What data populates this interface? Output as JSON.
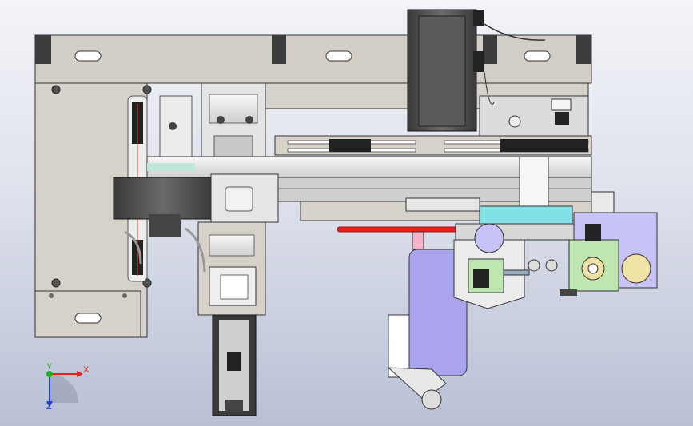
{
  "viewport": {
    "triad": {
      "x_label": "X",
      "y_label": "Y",
      "z_label": "Z"
    }
  },
  "colors": {
    "background_top": "#f3f4f8",
    "background_bottom": "#b9c0d6",
    "plate": "#d3cfc7",
    "plate_edge": "#3a3a3a",
    "motor": "#4a4a4a",
    "rail": "#e9e9e9",
    "purple_part": "#a9a4ec",
    "light_purple_part": "#c8c3f6",
    "cyan_part": "#7fe0e6",
    "green_part": "#bfe6b0",
    "pink_part": "#f3b3c8",
    "red_rod": "#e0231f",
    "triad_x": "#e02020",
    "triad_y": "#20b020",
    "triad_z": "#2040d0"
  }
}
